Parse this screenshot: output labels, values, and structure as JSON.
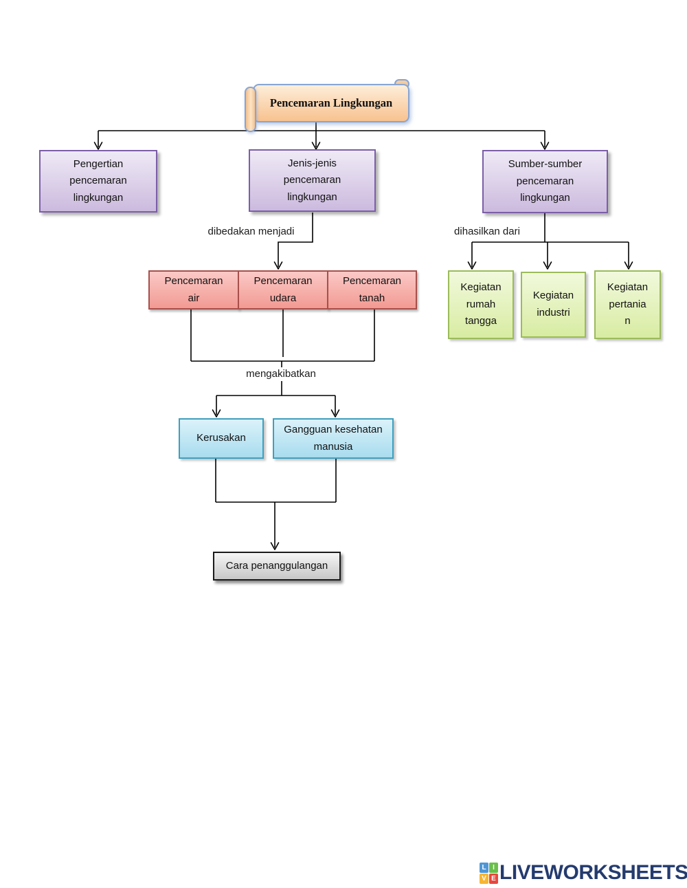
{
  "title": {
    "label": "Pencemaran Lingkungan"
  },
  "level1": [
    {
      "label": "Pengertian\npencemaran\nlingkungan"
    },
    {
      "label": "Jenis-jenis\npencemaran\nlingkungan"
    },
    {
      "label": "Sumber-sumber\npencemaran\nlingkungan"
    }
  ],
  "edge_labels": {
    "dibedakan": "dibedakan menjadi",
    "dihasilkan": "dihasilkan dari",
    "mengakibatkan": "mengakibatkan"
  },
  "jenis_items": [
    {
      "label": "Pencemaran\nair"
    },
    {
      "label": "Pencemaran\nudara"
    },
    {
      "label": "Pencemaran\ntanah"
    }
  ],
  "sumber_items": [
    {
      "label": "Kegiatan\nrumah\ntangga"
    },
    {
      "label": "Kegiatan\nindustri"
    },
    {
      "label": "Kegiatan\npertania\nn"
    }
  ],
  "akibat_items": [
    {
      "label": "Kerusakan"
    },
    {
      "label": "Gangguan kesehatan\nmanusia"
    }
  ],
  "solution": {
    "label": "Cara penanggulangan"
  },
  "footer": {
    "brand": "LIVEWORKSHEETS",
    "logo_letters": [
      "L",
      "I",
      "V",
      "E"
    ]
  },
  "colors": {
    "title_fill": "#f8c28f",
    "title_border": "#87a5d3",
    "purple_border": "#7b5ea7",
    "red_border": "#a84f4b",
    "green_border": "#9bbb59",
    "blue_border": "#3f9fbe",
    "gray_border": "#1a1a1a",
    "brand_navy": "#243b6e",
    "logo_l": "#4f97d4",
    "logo_i": "#6abf4b",
    "logo_v": "#f7b531",
    "logo_e": "#e8473f"
  }
}
